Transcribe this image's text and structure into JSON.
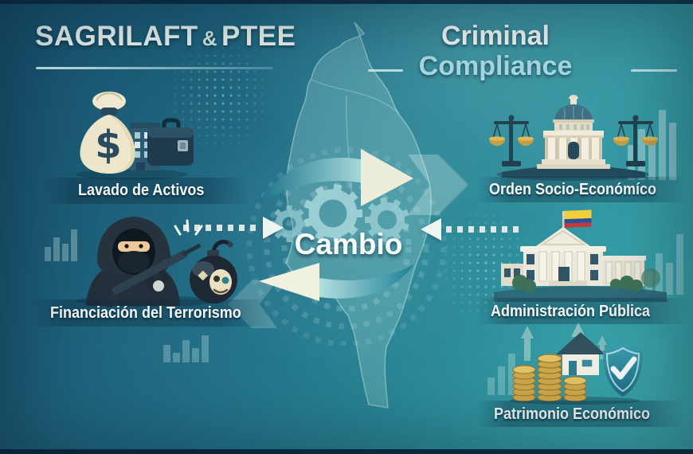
{
  "header": {
    "left_title": {
      "word1": "SAGRILAFT",
      "ampersand": "&",
      "word2": "PTEE"
    },
    "right_title": {
      "line1": "Criminal",
      "line2": "Compliance"
    }
  },
  "left_items": [
    {
      "label": "Lavado de Activos",
      "icon": "money-bag-building-briefcase-icon"
    },
    {
      "label": "Financiación del Terrorismo",
      "icon": "hooded-figure-rifle-bomb-icon"
    }
  ],
  "right_items": [
    {
      "label": "Orden Socio-Económíco",
      "icon": "courthouse-scales-icon"
    },
    {
      "label": "Administración Pública",
      "icon": "government-building-colombian-flag-icon"
    },
    {
      "label": "Patrimonio Económico",
      "icon": "coins-house-shield-icon"
    }
  ],
  "center": {
    "label": "Cambio",
    "icon": "gears-circular-arrows-icon"
  },
  "background": {
    "map": "colombia-map-silhouette",
    "colors": {
      "bg_dark_blue": "#174e6b",
      "bg_teal": "#3fa9ad",
      "arrow_teal": "#1a7289",
      "arrow_cream": "#eceedb",
      "gold": "#c9a24b",
      "flag_yellow": "#f2cf39",
      "flag_blue": "#2b4f9d",
      "flag_red": "#c2383b",
      "shield_teal": "#2e8fa0"
    }
  }
}
